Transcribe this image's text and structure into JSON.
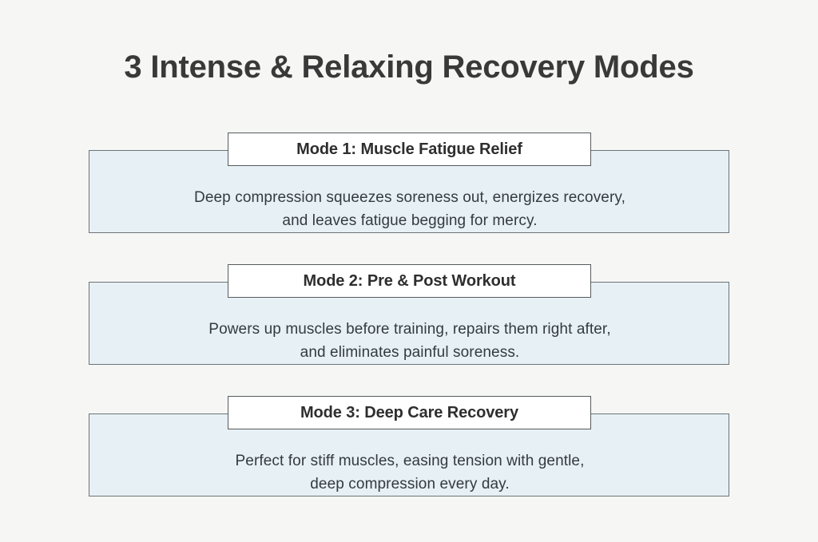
{
  "page": {
    "title": "3 Intense & Relaxing Recovery Modes",
    "background_color": "#f6f6f5",
    "title_color": "#393939"
  },
  "theme": {
    "panel_fill": "#e7f0f4",
    "panel_border": "#6b7478",
    "badge_fill": "#ffffff",
    "badge_border": "#555b5e",
    "body_text_color": "#333b3f"
  },
  "modes": [
    {
      "header": "Mode 1: Muscle Fatigue Relief",
      "body_lines": [
        "Deep compression squeezes soreness out, energizes recovery,",
        "and leaves fatigue begging for mercy."
      ]
    },
    {
      "header": "Mode 2: Pre & Post Workout",
      "body_lines": [
        "Powers up muscles before training, repairs them right after,",
        "and eliminates painful soreness."
      ]
    },
    {
      "header": "Mode 3: Deep Care Recovery",
      "body_lines": [
        "Perfect for stiff muscles, easing tension with gentle,",
        "deep compression every day."
      ]
    }
  ]
}
